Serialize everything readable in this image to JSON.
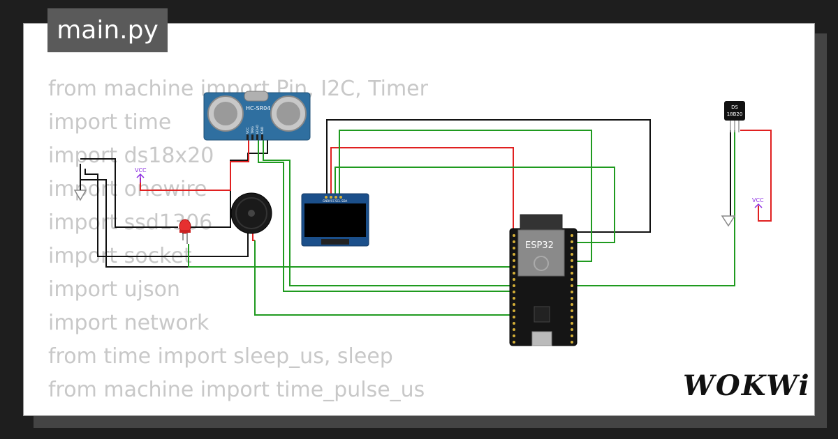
{
  "file_tab": {
    "label": "main.py"
  },
  "code_lines": [
    "from machine import Pin, I2C, Timer",
    "import time",
    "import ds18x20",
    "import onewire",
    "import ssd1306",
    "import socket",
    "import ujson",
    "import network",
    "from time import sleep_us, sleep",
    "from machine import time_pulse_us"
  ],
  "components": {
    "ultrasonic": {
      "label": "HC-SR04",
      "pins": [
        "VCC",
        "TRIG",
        "ECHO",
        "GND"
      ]
    },
    "oled": {
      "pins": [
        "GND",
        "VCC",
        "SCL",
        "SDA"
      ]
    },
    "esp32": {
      "label": "ESP32"
    },
    "temp_sensor": {
      "label_line1": "DS",
      "label_line2": "18B20"
    },
    "vcc_label_left": "VCC",
    "vcc_label_right": "VCC"
  },
  "brand": {
    "logo_text": "WOKWi"
  },
  "colors": {
    "wire_green": "#1f9a1f",
    "wire_red": "#e02020",
    "wire_black": "#111111",
    "code_text": "#c8c8c8",
    "tab_bg": "#5a5a5a"
  }
}
